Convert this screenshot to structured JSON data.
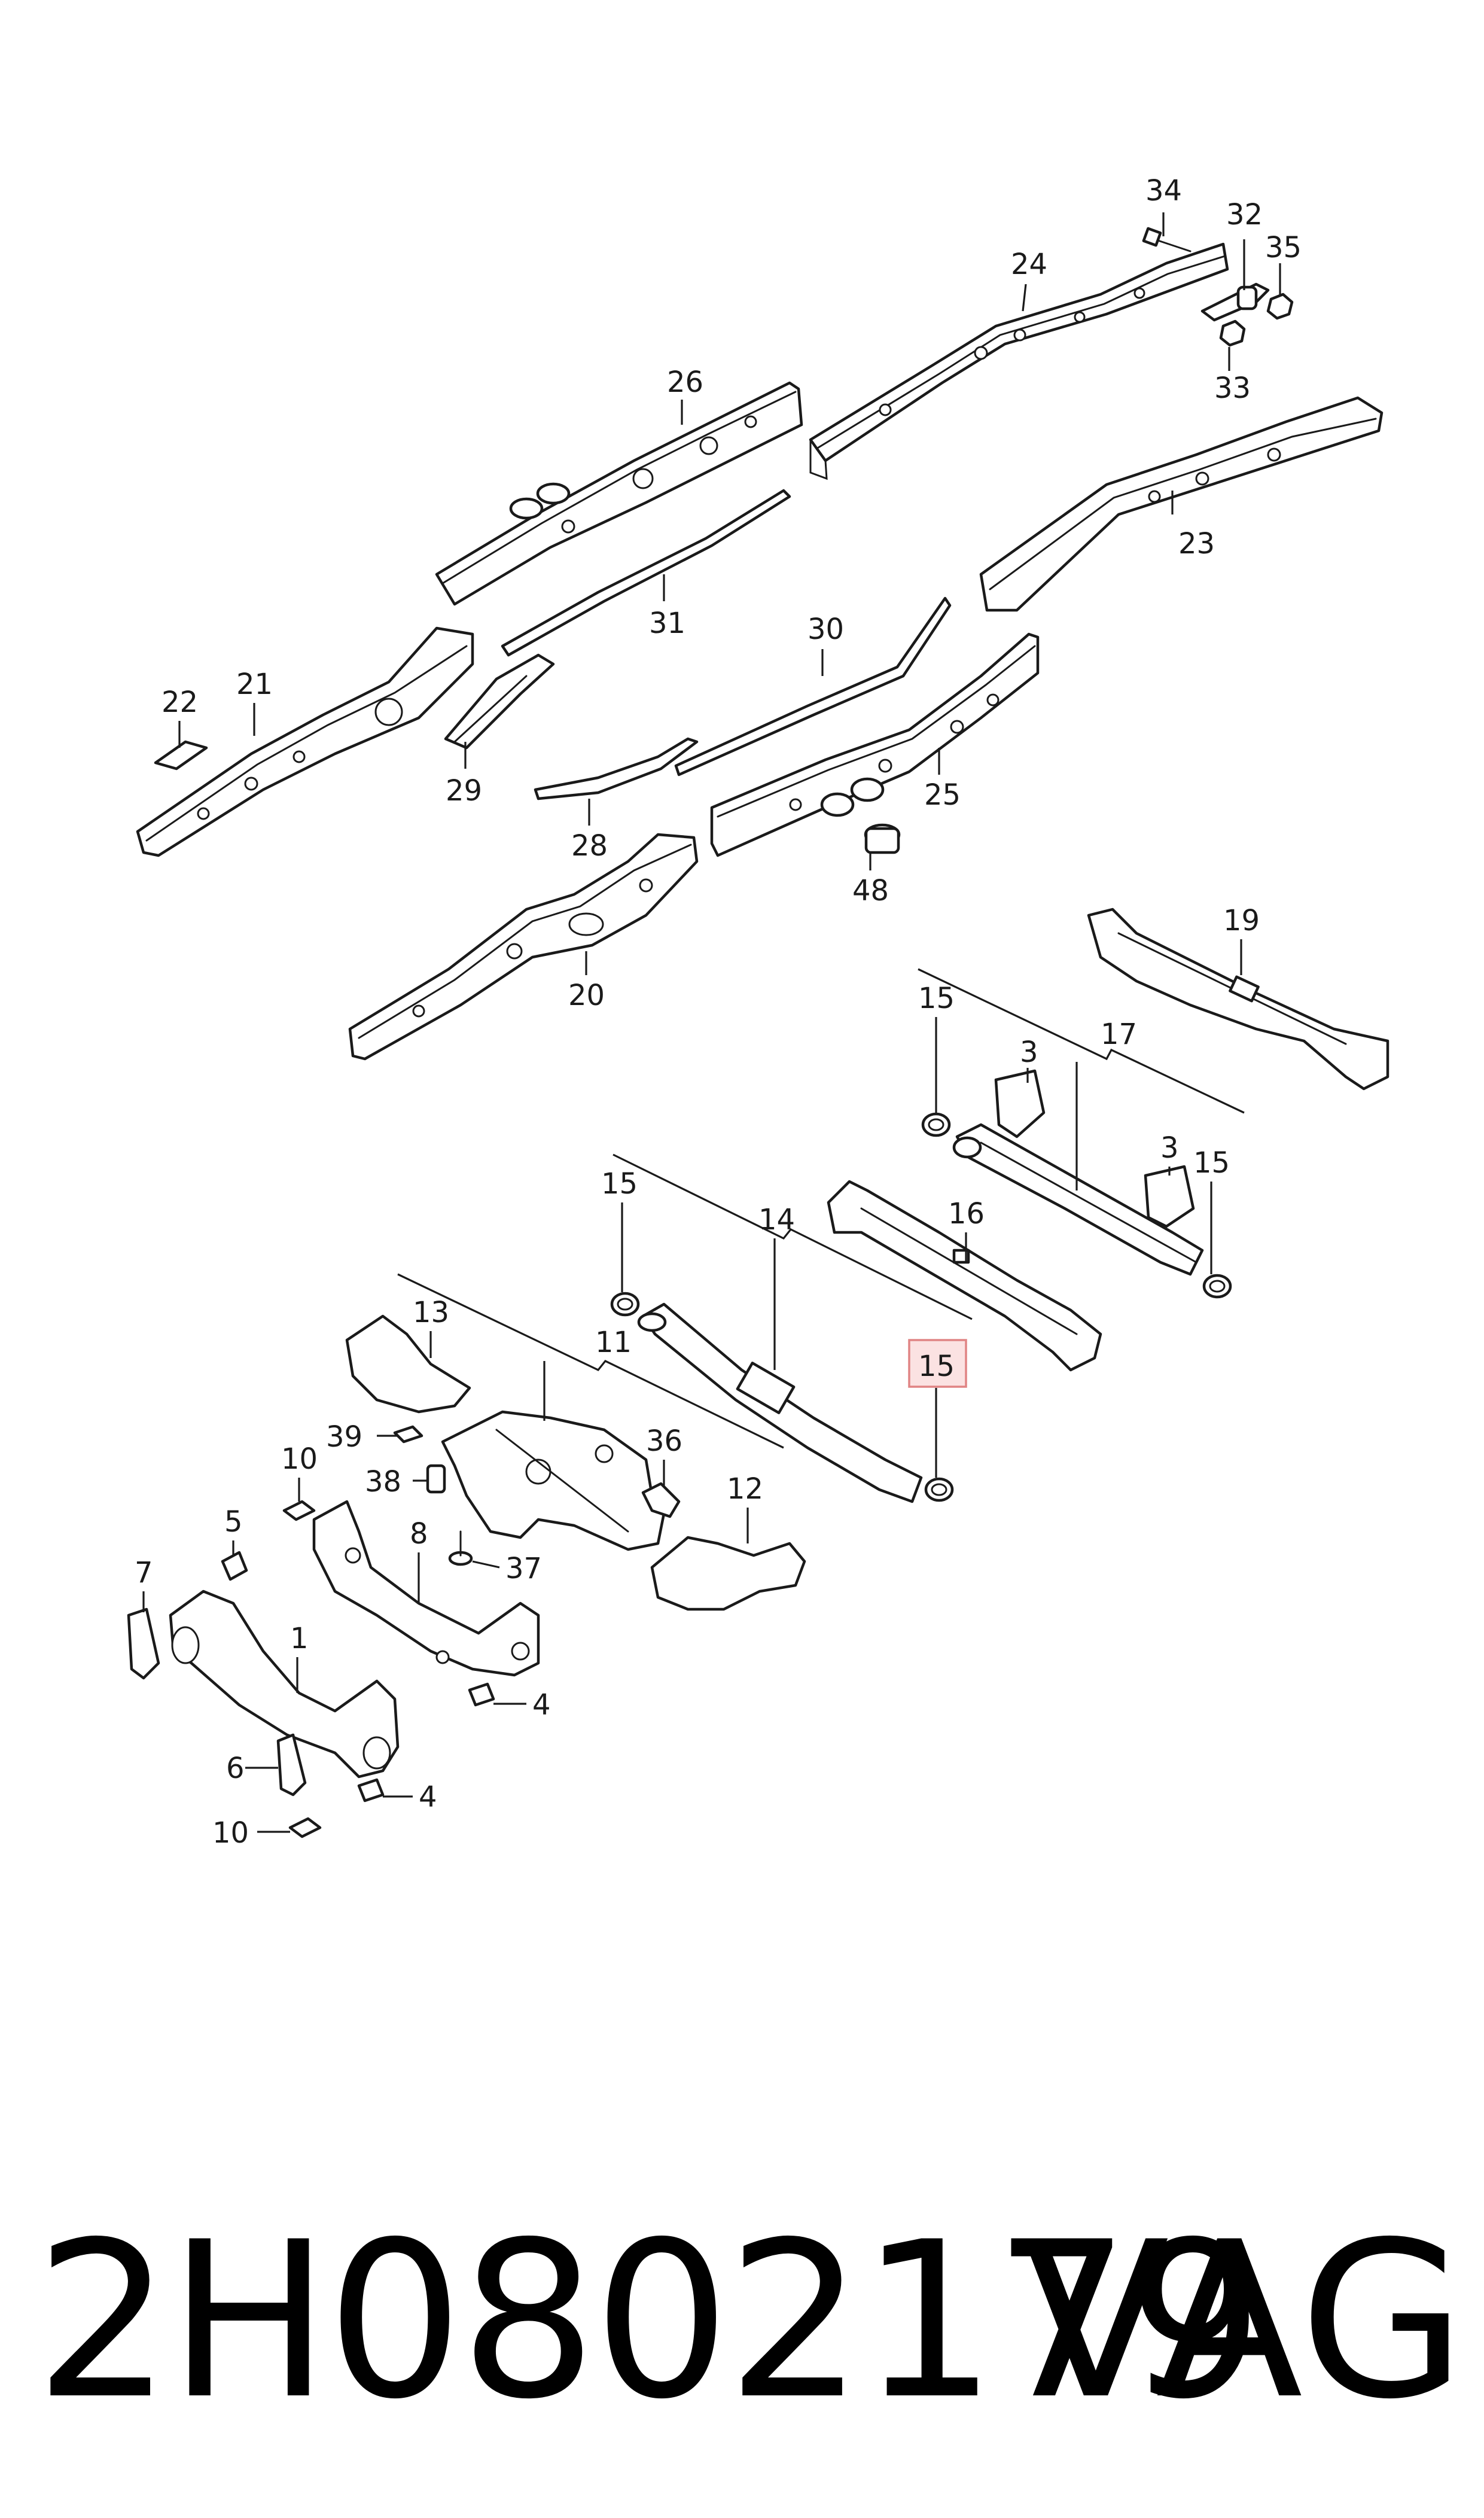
{
  "diagram": {
    "callouts": [
      {
        "id": "c34",
        "label": "34"
      },
      {
        "id": "c32",
        "label": "32"
      },
      {
        "id": "c35",
        "label": "35"
      },
      {
        "id": "c24",
        "label": "24"
      },
      {
        "id": "c33",
        "label": "33"
      },
      {
        "id": "c26",
        "label": "26"
      },
      {
        "id": "c23",
        "label": "23"
      },
      {
        "id": "c31",
        "label": "31"
      },
      {
        "id": "c30",
        "label": "30"
      },
      {
        "id": "c22",
        "label": "22"
      },
      {
        "id": "c21",
        "label": "21"
      },
      {
        "id": "c29",
        "label": "29"
      },
      {
        "id": "c28",
        "label": "28"
      },
      {
        "id": "c25",
        "label": "25"
      },
      {
        "id": "c48",
        "label": "48"
      },
      {
        "id": "c20",
        "label": "20"
      },
      {
        "id": "c19",
        "label": "19"
      },
      {
        "id": "c15a",
        "label": "15"
      },
      {
        "id": "c17",
        "label": "17"
      },
      {
        "id": "c3a",
        "label": "3"
      },
      {
        "id": "c3b",
        "label": "3"
      },
      {
        "id": "c15b",
        "label": "15"
      },
      {
        "id": "c15c",
        "label": "15"
      },
      {
        "id": "c14",
        "label": "14"
      },
      {
        "id": "c16",
        "label": "16"
      },
      {
        "id": "c15d",
        "label": "15"
      },
      {
        "id": "c13",
        "label": "13"
      },
      {
        "id": "c11",
        "label": "11"
      },
      {
        "id": "c39",
        "label": "39"
      },
      {
        "id": "c36",
        "label": "36"
      },
      {
        "id": "c10a",
        "label": "10"
      },
      {
        "id": "c38",
        "label": "38"
      },
      {
        "id": "c12",
        "label": "12"
      },
      {
        "id": "c5",
        "label": "5"
      },
      {
        "id": "c8",
        "label": "8"
      },
      {
        "id": "c37",
        "label": "37"
      },
      {
        "id": "c7",
        "label": "7"
      },
      {
        "id": "c1",
        "label": "1"
      },
      {
        "id": "c4a",
        "label": "4"
      },
      {
        "id": "c6",
        "label": "6"
      },
      {
        "id": "c4b",
        "label": "4"
      },
      {
        "id": "c10b",
        "label": "10"
      }
    ],
    "highlighted_callout": "15"
  },
  "footer": {
    "part_number": "2H0802179",
    "brand": "VAG"
  },
  "colors": {
    "line": "#1a1a1a",
    "highlight_border": "#e08484",
    "highlight_fill": "#f09696"
  }
}
